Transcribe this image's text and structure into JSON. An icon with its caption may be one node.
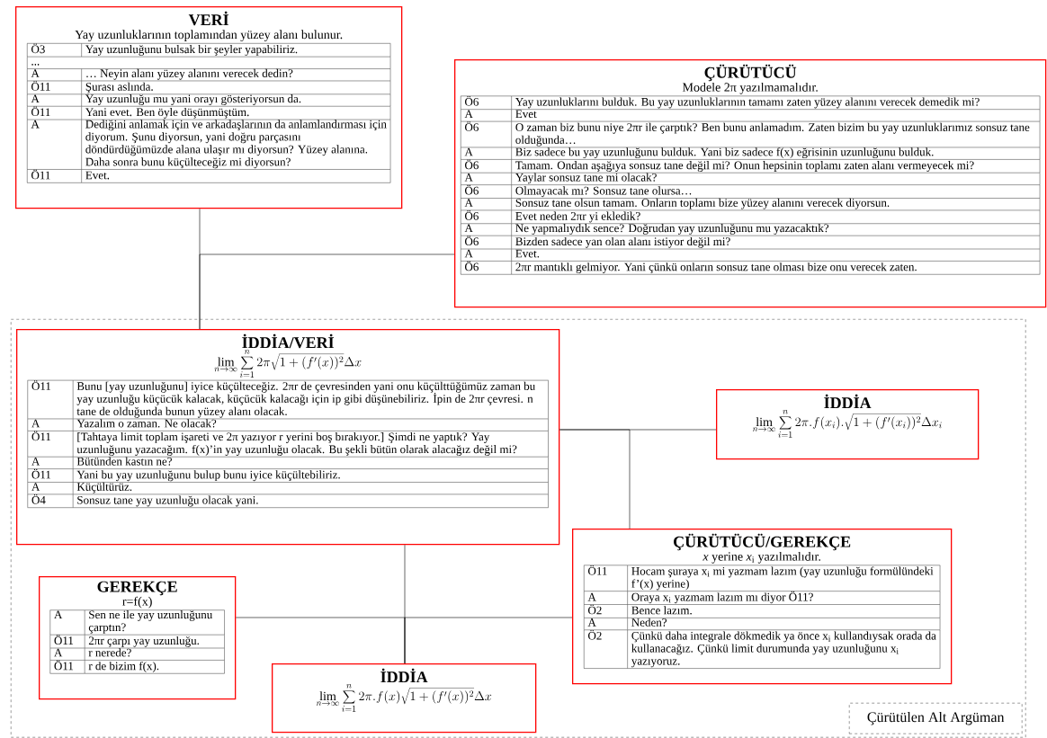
{
  "diagram": {
    "nodes": [
      {
        "text": [
          "VERİ",
          "Yay uzunluklarının toplamından yüzey alanı bulunur.",
          "Ö3",
          "Yay uzunluğunu bulsak bir şeyler yapabiliriz.",
          "...",
          "A",
          "… Neyin alanı yüzey alanını verecek dedin?",
          "Ö11",
          "Şurası aslında.",
          "A",
          "Yay uzunluğu mu yani orayı gösteriyorsun da.",
          "Ö11",
          "Yani evet. Ben öyle düşünmüştüm.",
          "A",
          "Dediğini anlamak için ve arkadaşlarının da anlamlandırması için diyorum. Şunu diyorsun, yani doğru parçasını döndürdüğümüzde alana ulaşır mı diyorsun? Yüzey alanına. Daha sonra bunu küçülteceğiz mi diyorsun?",
          "Ö11",
          "Evet."
        ]
      },
      {
        "text": [
          "ÇÜRÜTÜCÜ",
          "Modele 2π yazılmamalıdır.",
          "Ö6",
          "Yay uzunluklarını bulduk. Bu yay uzunluklarının tamamı zaten yüzey alanını verecek demedik mi?",
          "A",
          "Evet",
          "Ö6",
          "O zaman biz bunu niye 2πr ile çarptık? Ben bunu anlamadım. Zaten bizim bu yay uzunluklarımız sonsuz tane olduğunda…",
          "A",
          "Biz sadece bu yay uzunluğunu bulduk. Yani biz sadece f(x) eğrisinin uzunluğunu bulduk.",
          "Ö6",
          "Tamam. Ondan aşağıya sonsuz tane değil mi? Onun hepsinin toplamı zaten alanı vermeyecek mi?",
          "A",
          "Yaylar sonsuz tane mi olacak?",
          "Ö6",
          "Olmayacak mı? Sonsuz tane olursa…",
          "A",
          "Sonsuz tane olsun tamam. Onların toplamı bize yüzey alanını verecek diyorsun.",
          "Ö6",
          "Evet neden 2πr yi ekledik?",
          "A",
          "Ne yapmalıydık sence? Doğrudan yay uzunluğunu mu yazacaktık?",
          "Ö6",
          "Bizden sadece yan olan alanı istiyor değil mi?",
          "A",
          "Evet.",
          "Ö6",
          "2πr mantıklı gelmiyor. Yani çünkü onların sonsuz tane olması bize onu verecek zaten."
        ]
      },
      {
        "text": [],
        "shape": "box"
      },
      {
        "text": [
          "İDDİA/VERİ",
          "\\lim_{n\\to\\infty}\\sum_{i=1}^{n}2\\pi\\sqrt{1+(f'(x))^2}\\Delta x",
          "Ö11",
          "Bunu [yay uzunluğunu] iyice küçülteceğiz. 2πr de çevresinden yani onu küçülttüğümüz zaman bu yay uzunluğu küçücük kalacak, küçücük kalacağı için ip gibi düşünebiliriz. İpin de 2πr çevresi. n tane de olduğunda bunun yüzey alanı olacak.",
          "A",
          "Yazalım o zaman. Ne olacak?",
          "Ö11",
          "[Tahtaya limit toplam işareti ve 2π yazıyor r yerini boş bırakıyor.] Şimdi ne yaptık? Yay uzunluğunu yazacağım. f(x)’in yay uzunluğu olacak. Bu şekli bütün olarak alacağız değil mi?",
          "A",
          "Bütünden kastın ne?",
          "Ö11",
          "Yani bu yay uzunluğunu bulup bunu iyice küçültebiliriz.",
          "A",
          "Küçültürüz.",
          "Ö4",
          "Sonsuz tane yay uzunluğu olacak yani."
        ],
        "in": 2
      },
      {
        "text": [
          "İDDİA",
          "\\lim_{n\\to\\infty}\\sum_{i=1}^{n}2\\pi.f(x_i).\\sqrt{1+(f'(x_i))^2}\\Delta x_i"
        ],
        "in": 2
      },
      {
        "text": [
          "ÇÜRÜTÜCÜ/GEREKÇE",
          "*x* yerine *x*$_{i}$ yazılmalıdır.",
          "Ö11",
          "Hocam şuraya x$_{i}$ mi yazmam lazım (yay uzunluğu formülündeki f’(x) yerine)",
          "A",
          "Oraya x$_{i}$ yazmam lazım mı diyor Ö11?",
          "Ö2",
          "Bence lazım.",
          "A",
          "Neden?",
          "Ö2",
          "Çünkü daha integrale dökmedik ya önce x$_{i}$ kullandıysak orada da kullanacağız. Çünkü limit durumunda yay uzunluğunu x$_{i}$ yazıyoruz."
        ],
        "in": 2
      },
      {
        "text": [
          "GEREKÇE",
          "r=f(x)",
          "A",
          "Sen ne ile yay uzunluğunu çarptın?",
          "Ö11",
          "2πr çarpı yay uzunluğu.",
          "A",
          "r nerede?",
          "Ö11",
          "r de bizim f(x)."
        ],
        "in": 2
      },
      {
        "text": [
          "İDDİA",
          "\\lim_{n\\to\\infty}\\sum_{i=1}^{n}2\\pi.f(x)\\sqrt{1+(f'(x))^2}\\Delta x"
        ],
        "in": 2
      },
      {
        "text": [
          "Çürütülen Alt Argüman"
        ],
        "in": 2
      }
    ],
    "edges": [
      {
        "from": 0,
        "to": 3,
        "arrow": "none"
      },
      {
        "from": 1,
        "to": 3,
        "arrow": "none"
      },
      {
        "from": 3,
        "to": 4,
        "arrow": "none"
      },
      {
        "from": 5,
        "to": 3,
        "arrow": "none"
      },
      {
        "from": 3,
        "to": 7,
        "arrow": "none"
      },
      {
        "from": 6,
        "to": 7,
        "arrow": "none"
      },
      {
        "from": 5,
        "to": 7,
        "arrow": "none"
      }
    ]
  }
}
